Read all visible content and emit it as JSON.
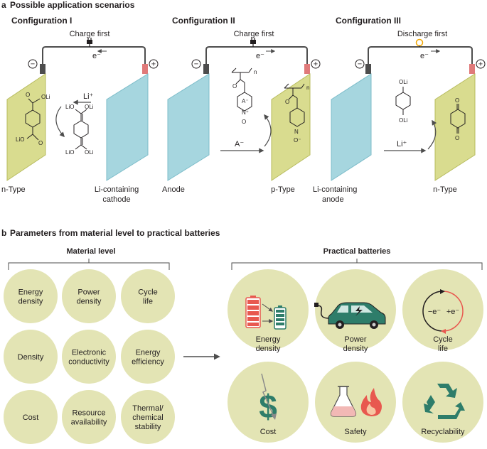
{
  "panel_a": {
    "letter": "a",
    "title": "Possible application scenarios",
    "configs": [
      {
        "title": "Configuration I",
        "wire_label": "Charge first",
        "electron": "e⁻",
        "left_label": "n-Type",
        "right_label_line1": "Li-containing",
        "right_label_line2": "cathode",
        "ion_label": "Li⁺"
      },
      {
        "title": "Configuration II",
        "wire_label": "Charge first",
        "electron": "e⁻",
        "left_label": "Anode",
        "right_label_line1": "p-Type",
        "ion_label": "A⁻",
        "anion_label": "A⁻"
      },
      {
        "title": "Configuration III",
        "wire_label": "Discharge first",
        "electron": "e⁻",
        "left_label_line1": "Li-containing",
        "left_label_line2": "anode",
        "right_label": "n-Type",
        "ion_label": "Li⁺"
      }
    ],
    "chem": {
      "OLi": "OLi",
      "LiO": "LiO",
      "O": "O",
      "N": "N",
      "O_minus": "O⁻",
      "N_plus": "N⁺",
      "n": "n"
    },
    "terminals": {
      "minus": "−",
      "plus": "+"
    }
  },
  "panel_b": {
    "letter": "b",
    "title": "Parameters from material level to practical batteries",
    "material": {
      "title": "Material level",
      "items": [
        [
          "Energy",
          "density"
        ],
        [
          "Power",
          "density"
        ],
        [
          "Cycle",
          "life"
        ],
        [
          "Density"
        ],
        [
          "Electronic",
          "conductivity"
        ],
        [
          "Energy",
          "efficiency"
        ],
        [
          "Cost"
        ],
        [
          "Resource",
          "availability"
        ],
        [
          "Thermal/",
          "chemical",
          "stability"
        ]
      ]
    },
    "practical": {
      "title": "Practical batteries",
      "items": [
        [
          "Energy",
          "density"
        ],
        [
          "Power",
          "density"
        ],
        [
          "Cycle",
          "life"
        ],
        [
          "Cost"
        ],
        [
          "Safety"
        ],
        [
          "Recyclability"
        ]
      ],
      "cycle_minus": "−e⁻",
      "cycle_plus": "+e⁻",
      "dollar": "$"
    }
  },
  "colors": {
    "circle": "#e3e4b4",
    "n_type_panel": "#d9dc8f",
    "electrode_blue": "#a6d6df",
    "wire": "#4d4d4d",
    "terminal_red": "#e07a7a",
    "terminal_dark": "#4d4d4d",
    "accent_green": "#2e7d6a",
    "accent_red": "#e8584f"
  }
}
